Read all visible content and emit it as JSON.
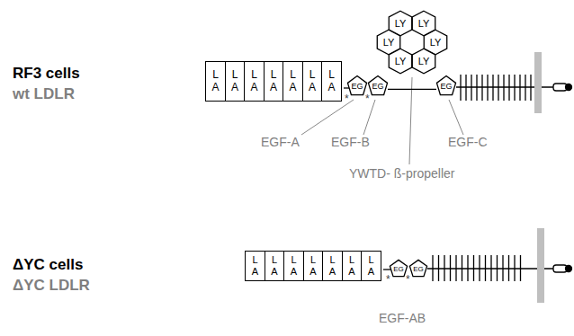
{
  "diagram": {
    "nodes": [
      {
        "text": [
          "L A"
        ]
      },
      {
        "text": [
          "L A"
        ]
      },
      {
        "text": [
          "L A"
        ]
      },
      {
        "text": [
          "L A"
        ]
      },
      {
        "text": [
          "L A"
        ]
      },
      {
        "text": [
          "L A"
        ]
      },
      {
        "text": [
          "L A"
        ]
      },
      {
        "text": [
          "EG"
        ]
      },
      {
        "text": [
          "EG"
        ]
      },
      {
        "text": [
          "LY"
        ]
      },
      {
        "text": [
          "LY"
        ]
      },
      {
        "text": [
          "LY"
        ]
      },
      {
        "text": [
          "LY"
        ]
      },
      {
        "text": [
          "LY"
        ]
      },
      {
        "text": [
          "LY"
        ]
      },
      {
        "text": [
          "EG"
        ]
      },
      {
        "text": [
          "L A"
        ]
      },
      {
        "text": [
          "L A"
        ]
      },
      {
        "text": [
          "L A"
        ]
      },
      {
        "text": [
          "L A"
        ]
      },
      {
        "text": [
          "L A"
        ]
      },
      {
        "text": [
          "L A"
        ]
      },
      {
        "text": [
          "L A"
        ]
      },
      {
        "text": [
          "EG"
        ]
      },
      {
        "text": [
          "EG"
        ]
      }
    ],
    "edges": [
      {
        "from": 8,
        "to": 15,
        "arrow": "none"
      }
    ],
    "labels": [
      "RF3 cells",
      "wt LDLR",
      "*",
      "*",
      "EGF-A",
      "EGF-B",
      "YWTD- ß-propeller",
      "EGF-C",
      "ΔYC cells",
      "ΔYC LDLR",
      "*",
      "*",
      "EGF-AB"
    ]
  }
}
